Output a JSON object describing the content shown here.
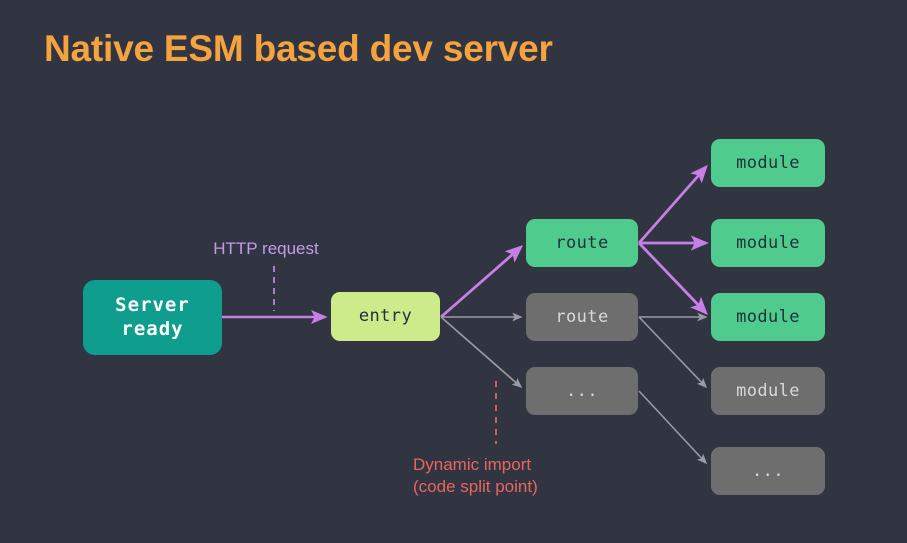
{
  "slide": {
    "title": "Native ESM based dev server",
    "background_color": "#313541",
    "title_color": "#f5a33f"
  },
  "colors": {
    "background": "#313541",
    "title_orange": "#f5a33f",
    "server_teal": "#0f9e8e",
    "entry_green": "#cdeb8b",
    "active_green": "#4ecb8d",
    "muted_gray": "#6e6e6e",
    "muted_text": "#d8d8d8",
    "active_text": "#23313a",
    "purple_arrow": "#c77fe6",
    "purple_label": "#c49bea",
    "gray_arrow": "#9a9ca4",
    "red_dashed": "#e8655f"
  },
  "nodes": {
    "server": {
      "label": "Server\nready"
    },
    "entry": {
      "label": "entry"
    },
    "routes": [
      {
        "label": "route",
        "state": "active"
      },
      {
        "label": "route",
        "state": "muted"
      },
      {
        "label": "...",
        "state": "muted"
      }
    ],
    "modules": [
      {
        "label": "module",
        "state": "active"
      },
      {
        "label": "module",
        "state": "active"
      },
      {
        "label": "module",
        "state": "active"
      },
      {
        "label": "module",
        "state": "muted"
      },
      {
        "label": "...",
        "state": "muted"
      }
    ]
  },
  "annotations": {
    "http_request": "HTTP request",
    "dynamic_import": "Dynamic import\n(code split point)"
  }
}
